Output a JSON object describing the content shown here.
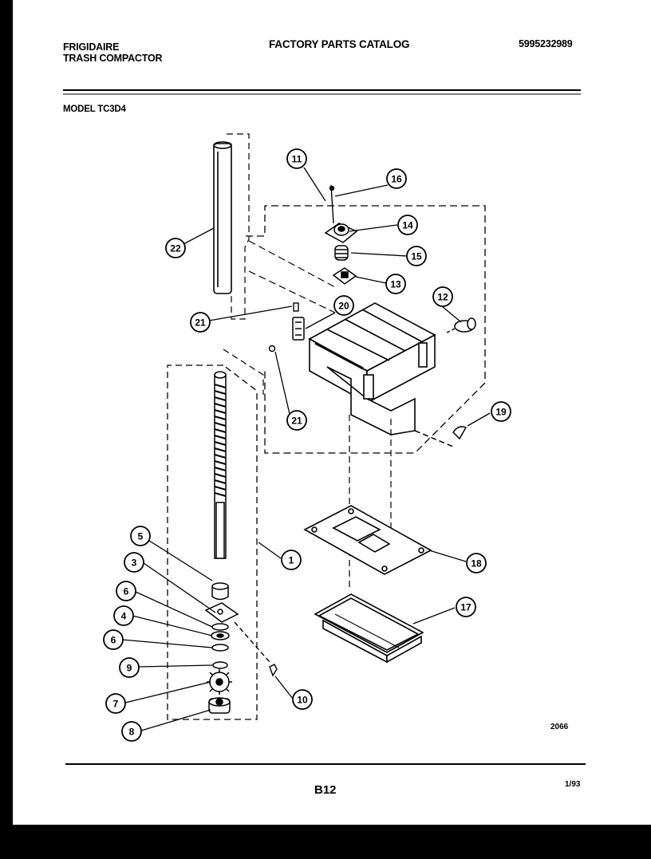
{
  "header": {
    "brand": "FRIGIDAIRE",
    "product": "TRASH COMPACTOR",
    "catalog_title": "FACTORY PARTS CATALOG",
    "catalog_number": "5995232989",
    "model": "MODEL TC3D4"
  },
  "diagram": {
    "callouts": [
      "1",
      "3",
      "4",
      "5",
      "6",
      "6",
      "7",
      "8",
      "9",
      "10",
      "11",
      "12",
      "13",
      "14",
      "15",
      "16",
      "17",
      "18",
      "19",
      "20",
      "21",
      "21",
      "22"
    ],
    "drawing_number": "2066"
  },
  "footer": {
    "page": "B12",
    "date": "1/93"
  }
}
